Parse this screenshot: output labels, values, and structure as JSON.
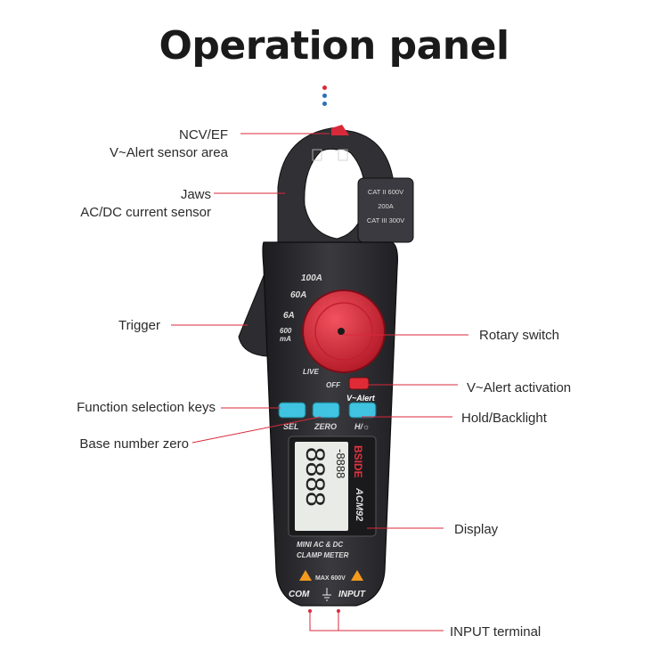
{
  "title": "Operation panel",
  "labels": {
    "ncv_line1": "NCV/EF",
    "ncv_line2": "V~Alert sensor area",
    "jaws_line1": "Jaws",
    "jaws_line2": "AC/DC current sensor",
    "trigger": "Trigger",
    "function_keys": "Function selection keys",
    "base_zero": "Base number zero",
    "rotary": "Rotary switch",
    "valert_activation": "V~Alert activation",
    "hold_backlight": "Hold/Backlight",
    "display": "Display",
    "input_terminal": "INPUT terminal"
  },
  "device": {
    "cat_line1": "CAT II 600V",
    "cat_line2": "200A",
    "cat_line3": "CAT III 300V",
    "range_100a": "100A",
    "range_60a": "60A",
    "range_6a": "6A",
    "range_600ma_1": "600",
    "range_600ma_2": "mA",
    "live": "LIVE",
    "off": "OFF",
    "valert_key": "V~Alert",
    "sel_key": "SEL",
    "zero_key": "ZERO",
    "hold_key": "H/☼",
    "brand": "BSIDE",
    "model": "ACM92",
    "lcd_main": "8888",
    "lcd_sub": "-8888",
    "desc1": "MINI  AC & DC",
    "desc2": "CLAMP METER",
    "max": "MAX 600V",
    "com": "COM",
    "input": "INPUT"
  },
  "colors": {
    "accent_red": "#d8293a",
    "device_body": "#2c2c30",
    "key_cyan": "#3fc3e0",
    "lcd": "#e8ebe6",
    "warning_orange": "#f39a1f"
  }
}
